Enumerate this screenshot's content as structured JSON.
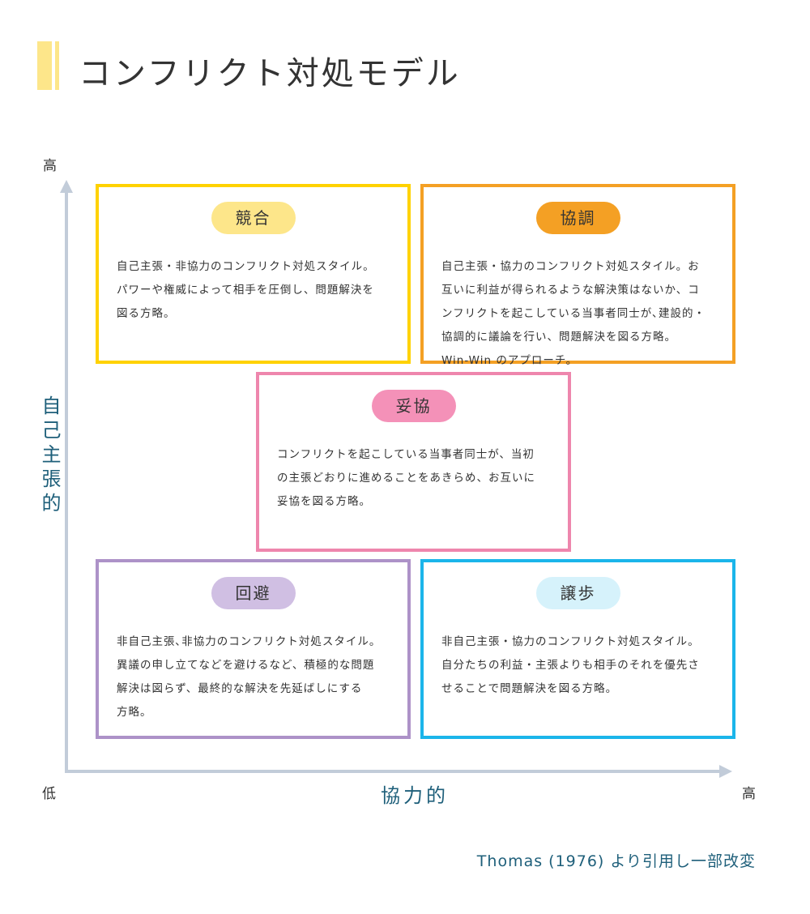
{
  "title": "コンフリクト対処モデル",
  "axes": {
    "y_label": "自己主張的",
    "x_label": "協力的",
    "y_high": "高",
    "origin_low": "低",
    "x_high": "高"
  },
  "boxes": [
    {
      "id": "competing",
      "label": "競合",
      "border": "#ffd200",
      "pill": "#fde68a",
      "lines": [
        "自己主張・非協力のコンフリクト対処スタイル。",
        "パワーや権威によって相手を圧倒し、問題解決を",
        "図る方略。"
      ]
    },
    {
      "id": "collaborating",
      "label": "協調",
      "border": "#f4a024",
      "pill": "#f4a024",
      "lines": [
        "自己主張・協力のコンフリクト対処スタイル。お",
        "互いに利益が得られるような解決策はないか、コ",
        "ンフリクトを起こしている当事者同士が､建設的・",
        "協調的に議論を行い、問題解決を図る方略。",
        "Win-Win のアプローチ。"
      ]
    },
    {
      "id": "compromising",
      "label": "妥協",
      "border": "#ee86ad",
      "pill": "#f491b8",
      "lines": [
        "コンフリクトを起こしている当事者同士が、当初",
        "の主張どおりに進めることをあきらめ、お互いに",
        "妥協を図る方略。"
      ]
    },
    {
      "id": "avoiding",
      "label": "回避",
      "border": "#ad92c8",
      "pill": "#d0bfe3",
      "lines": [
        "非自己主張､非協力のコンフリクト対処スタイル。",
        "異議の申し立てなどを避けるなど、積極的な問題",
        "解決は図らず、最終的な解決を先延ばしにする",
        "方略。"
      ]
    },
    {
      "id": "accommodating",
      "label": "譲歩",
      "border": "#1bb5ea",
      "pill": "#d6f2fb",
      "lines": [
        "非自己主張・協力のコンフリクト対処スタイル。",
        "自分たちの利益・主張よりも相手のそれを優先さ",
        "せることで問題解決を図る方略。"
      ]
    }
  ],
  "citation": "Thomas (1976) より引用し一部改変"
}
